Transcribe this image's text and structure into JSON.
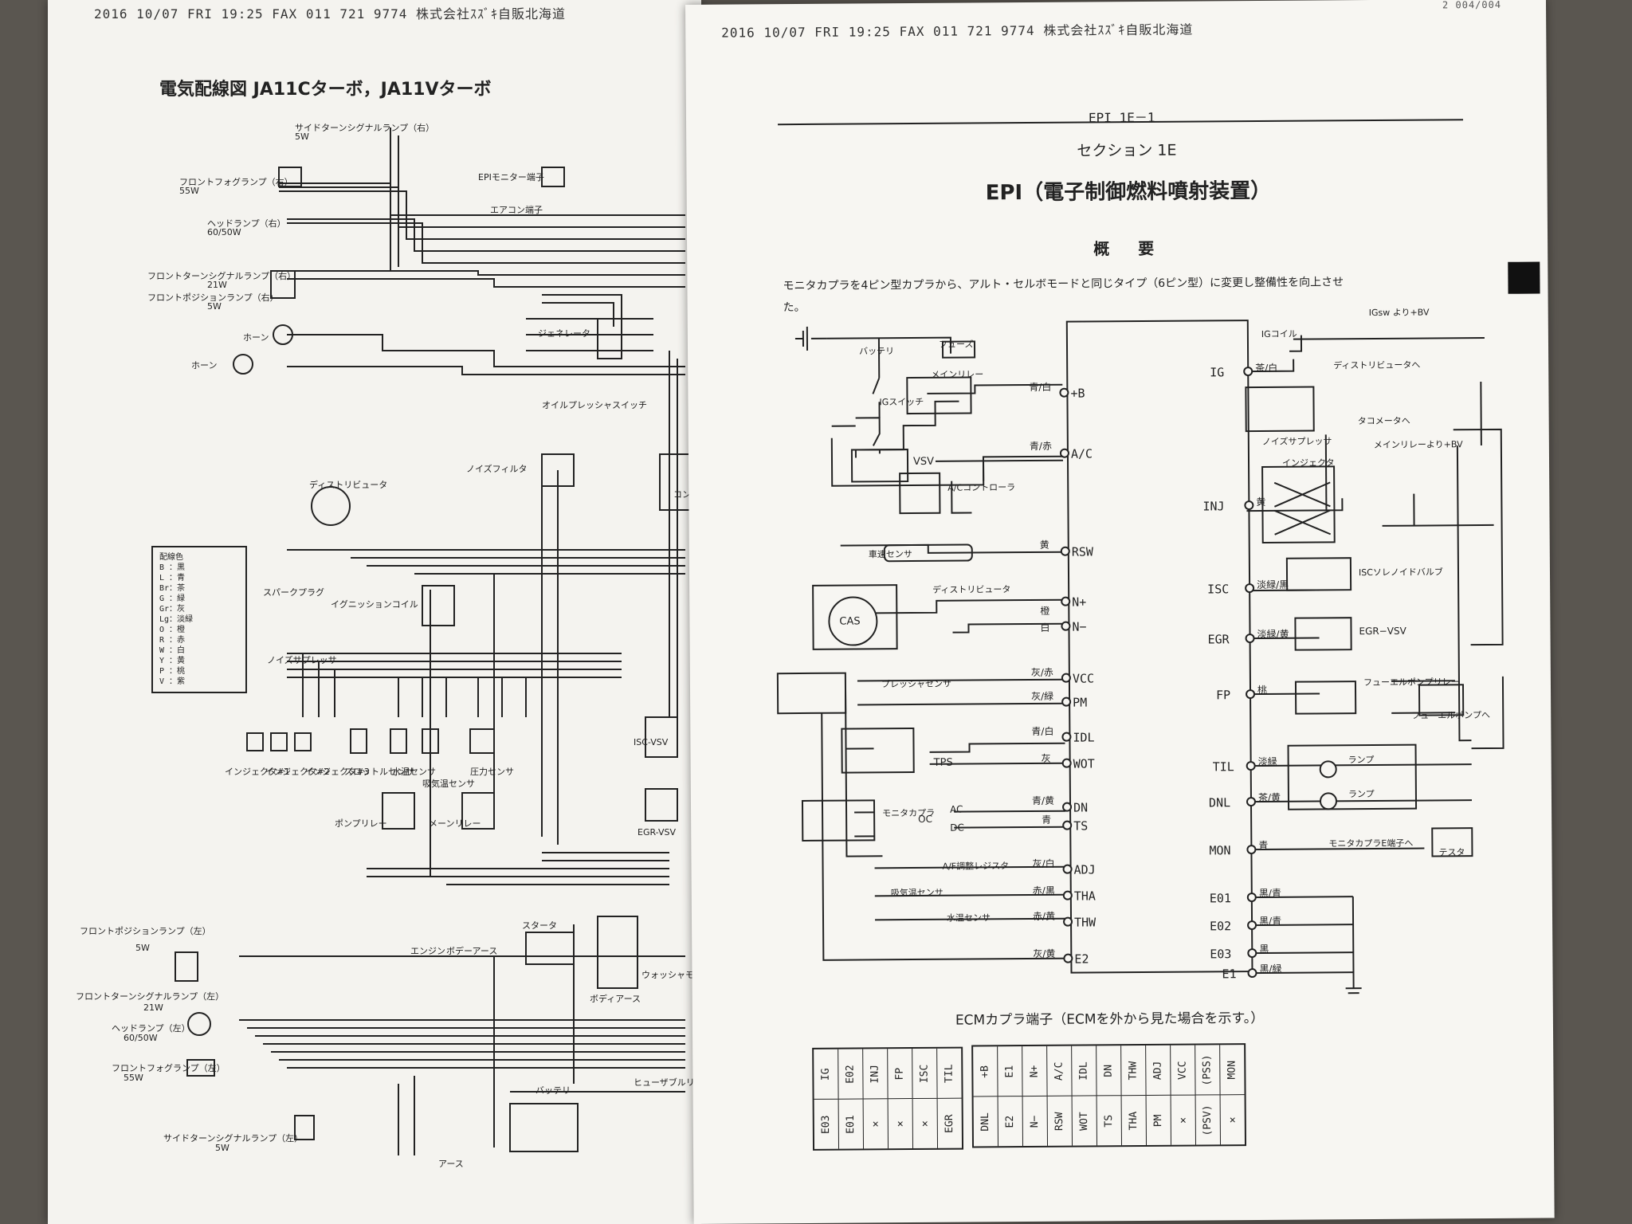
{
  "left_page": {
    "fax_header": "2016 10/07 FRI 19:25  FAX 011 721 9774 株式会社ｽｽﾞｷ自販北海道",
    "title": "電気配線図  JA11Cターボ，JA11Vターボ",
    "labels": [
      {
        "text": "サイドターンシグナルランプ（右）",
        "sub": "5W"
      },
      {
        "text": "フロントフォグランプ（右）",
        "sub": "55W"
      },
      {
        "text": "ヘッドランプ（右）",
        "sub": "60/50W"
      },
      {
        "text": "フロントターンシグナルランプ（右）",
        "sub": "21W"
      },
      {
        "text": "フロントポジションランプ（右）",
        "sub": "5W"
      },
      {
        "text": "ホーン"
      },
      {
        "text": "ホーン"
      },
      {
        "text": "EPIモニター端子"
      },
      {
        "text": "エアコン端子"
      },
      {
        "text": "ジェネレータ"
      },
      {
        "text": "オイルプレッシャスイッチ"
      },
      {
        "text": "ノイズフィルタ"
      },
      {
        "text": "ディストリビュータ"
      },
      {
        "text": "スパークプラグ"
      },
      {
        "text": "イグニッションコイル"
      },
      {
        "text": "ノイズサプレッサ"
      },
      {
        "text": "インジェクタ#1"
      },
      {
        "text": "インジェクタ#2"
      },
      {
        "text": "インジェクタ#3"
      },
      {
        "text": "スロットルセンサ"
      },
      {
        "text": "水温センサ"
      },
      {
        "text": "吸気温センサ"
      },
      {
        "text": "圧力センサ"
      },
      {
        "text": "ポンプリレー"
      },
      {
        "text": "メーンリレー"
      },
      {
        "text": "ISC-VSV"
      },
      {
        "text": "EGR-VSV"
      },
      {
        "text": "エンジン"
      },
      {
        "text": "ボデーアース"
      },
      {
        "text": "スタータ"
      },
      {
        "text": "ボディアース"
      },
      {
        "text": "ウォッシャモータ"
      },
      {
        "text": "フロントポジションランプ（左）",
        "sub": "5W"
      },
      {
        "text": "フロントターンシグナルランプ（左）",
        "sub": "21W"
      },
      {
        "text": "ヘッドランプ（左）",
        "sub": "60/50W"
      },
      {
        "text": "フロントフォグランプ（左）",
        "sub": "55W"
      },
      {
        "text": "サイドターンシグナルランプ（左）",
        "sub": "5W"
      },
      {
        "text": "バッテリ"
      },
      {
        "text": "ヒューザブルリンク"
      },
      {
        "text": "アース"
      },
      {
        "text": "コントローラ"
      }
    ],
    "legend_title": "配線色",
    "legend": [
      "B ：黒",
      "L ：青",
      "Br：茶",
      "G ：緑",
      "Gr：灰",
      "Lg：淡緑",
      "O ：橙",
      "R ：赤",
      "W ：白",
      "Y ：黄",
      "P ：桃",
      "V ：紫"
    ]
  },
  "right_page": {
    "fax_header": "2016 10/07 FRI 19:25  FAX 011 721 9774 株式会社ｽｽﾞｷ自販北海道",
    "corner_page": "2 004/004",
    "page_ref": "EPI 1E－1",
    "section": "セクション 1E",
    "heading": "EPI（電子制御燃料噴射装置）",
    "subheading": "概　要",
    "body_text_line1": "モニタカプラを4ピン型カプラから、アルト・セルボモードと同じタイプ（6ピン型）に変更し整備性を向上させ",
    "body_text_line2": "た。",
    "ecm_left_terms": [
      "+B",
      "A/C",
      "RSW",
      "N+",
      "N−",
      "VCC",
      "PM",
      "IDL",
      "WOT",
      "DN",
      "TS",
      "ADJ",
      "THA",
      "THW",
      "E2"
    ],
    "ecm_right_terms": [
      "IG",
      "INJ",
      "ISC",
      "EGR",
      "FP",
      "TIL",
      "DNL",
      "MON",
      "E01",
      "E02",
      "E03",
      "E1"
    ],
    "components": {
      "battery": "バッテリ",
      "fuse": "フューズ",
      "main_relay": "メインリレー",
      "ig_switch": "IGスイッチ",
      "vsv": "VSV",
      "ac_controller": "A/Cコントローラ",
      "speed_sensor": "車速センサ",
      "distributor": "ディストリビュータ",
      "cas": "CAS",
      "pressure_sensor": "プレッシャセンサ",
      "tps": "TPS",
      "monitor_coupler": "モニタカプラ",
      "monitor_ac": "AC",
      "monitor_dc": "DC",
      "monitor_oc": "OC",
      "af_resistor": "A/F調整レジスタ",
      "intake_temp": "吸気温センサ",
      "water_temp": "水温センサ",
      "ig_from": "IGsw より+BV",
      "ig_coil": "IGコイル",
      "to_distributor": "ディストリビュータへ",
      "noise_suppressor": "ノイズサプレッサ",
      "to_tacho": "タコメータへ",
      "from_main_relay": "メインリレーより+BV",
      "injector": "インジェクタ",
      "isc_solenoid": "ISCソレノイドバルブ",
      "egr_vsv": "EGR−VSV",
      "fuel_pump_relay": "フューエルポンプリレー",
      "to_fuel_pump": "フューエルポンプへ",
      "lamp1": "ランプ",
      "lamp2": "ランプ",
      "to_monitor": "モニタカプラE端子へ",
      "tester": "テスタ"
    },
    "wire_colors": {
      "plus_b": "青/白",
      "ac": "青/赤",
      "rsw": "黄",
      "n_plus": "橙",
      "n_minus": "白",
      "vcc": "灰/赤",
      "pm": "灰/緑",
      "idl": "青/白",
      "wot": "灰",
      "dn": "青/黄",
      "ts": "青",
      "adj": "灰/白",
      "tha": "赤/黒",
      "thw": "赤/黄",
      "e2": "灰/黄",
      "ig": "茶/白",
      "inj": "黄",
      "isc": "淡緑/黒",
      "egr": "淡緑/黄",
      "fp": "桃",
      "til": "淡緑",
      "dnl": "茶/黄",
      "mon": "青",
      "e01": "黒/青",
      "e02": "黒/青",
      "e03": "黒",
      "e1": "黒/緑"
    },
    "ecm_coupler_title": "ECMカプラ端子（ECMを外から見た場合を示す。）",
    "coupler_a_top": [
      "IG",
      "E02",
      "INJ",
      "FP",
      "ISC",
      "TIL"
    ],
    "coupler_a_bottom": [
      "E03",
      "E01",
      "",
      "",
      "",
      "EGR"
    ],
    "coupler_b_top": [
      "+B",
      "E1",
      "N+",
      "A/C",
      "IDL",
      "DN",
      "THW",
      "ADJ",
      "VCC",
      "(PSS)",
      "MON"
    ],
    "coupler_b_bottom": [
      "DNL",
      "E2",
      "N−",
      "RSW",
      "WOT",
      "TS",
      "THA",
      "PM",
      "",
      "(PSV)",
      ""
    ]
  }
}
